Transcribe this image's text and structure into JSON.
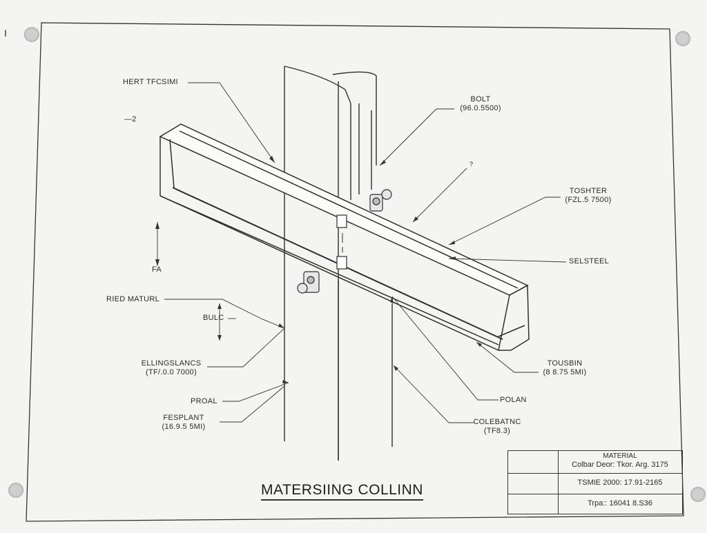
{
  "title": "MATERSIING COLLINN",
  "corner_mark": "I",
  "labels": {
    "hert": "HERT TFCSIMI",
    "ref2": "—2",
    "bolt": "BOLT",
    "bolt_sub": "(96.0.5500)",
    "ref_mid": "?",
    "toshter": "TOSHTER",
    "toshter_sub": "(FZL.5 7500)",
    "selsteel": "SELSTEEL",
    "fa": "FA",
    "ried": "RIED MATURL",
    "bulc": "BULC",
    "ellings": "ELLINGSLANCS",
    "ellings_sub": "(TF/.0.0 7000)",
    "tousbin": "TOUSBIN",
    "tousbin_sub": "(8 8.75 5MI)",
    "proal": "PROAL",
    "polan": "POLAN",
    "fesplant": "FESPLANT",
    "fesplant_sub": "(16.9.5 5MI)",
    "colebatnc": "COLEBATNC",
    "colebatnc_sub": "(TF8.3)"
  },
  "title_block": {
    "row1_line1": "MATERIAL",
    "row1_line2": "Colbar Deor: Tkor. Arg. 3175",
    "row2": "TSMIE 2000: 17.91-2165",
    "row3": "Trpa:: 16041 8.S36"
  }
}
